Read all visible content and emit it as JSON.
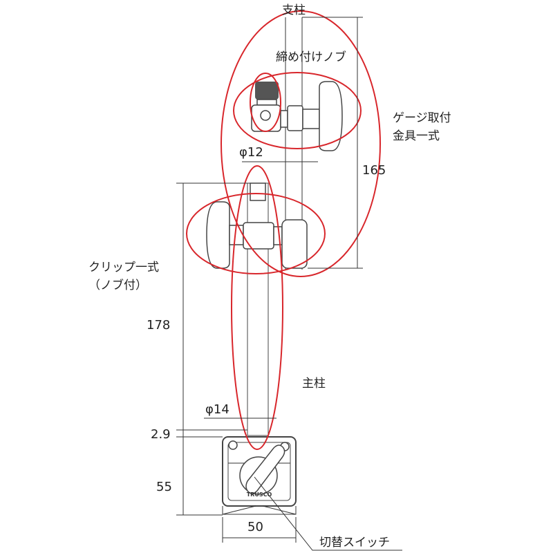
{
  "labels": {
    "support_column": "支柱",
    "clamp_knob": "締め付けノブ",
    "gauge_fitting_line1": "ゲージ取付",
    "gauge_fitting_line2": "金具一式",
    "clip_line1": "クリップ一式",
    "clip_line2": "（ノブ付）",
    "main_column": "主柱",
    "switch": "切替スイッチ"
  },
  "dimensions": {
    "phi12": "φ12",
    "h165": "165",
    "h178": "178",
    "phi14": "φ14",
    "h2_9": "2.9",
    "h55": "55",
    "w50": "50"
  },
  "logo": "TRUSCO",
  "colors": {
    "highlight": "#d8262b",
    "line": "#333333"
  }
}
